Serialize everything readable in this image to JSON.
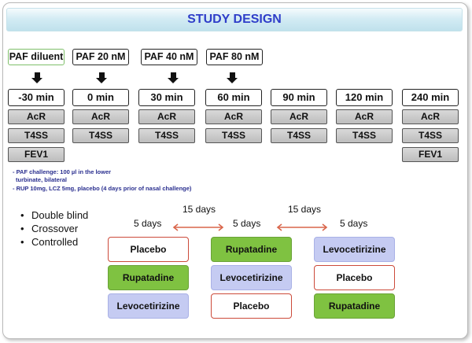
{
  "title": "STUDY DESIGN",
  "challenges": [
    "PAF diluent",
    "PAF 20 nM",
    "PAF 40 nM",
    "PAF 80 nM"
  ],
  "timepoints": [
    "-30 min",
    "0 min",
    "30 min",
    "60 min",
    "90 min",
    "120 min",
    "240 min"
  ],
  "row_acr": "AcR",
  "row_t4ss": "T4SS",
  "row_fev1": "FEV1",
  "notes": [
    "- PAF challenge: 100 µl in the lower",
    "turbinate, bilateral",
    "- RUP 10mg, LCZ 5mg, placebo (4 days prior of nasal challenge)"
  ],
  "design": [
    "Double blind",
    "Crossover",
    "Controlled"
  ],
  "period_days": "5 days",
  "washout_days": "15 days",
  "columns": [
    [
      "Placebo",
      "Rupatadine",
      "Levocetirizine"
    ],
    [
      "Rupatadine",
      "Levocetirizine",
      "Placebo"
    ],
    [
      "Levocetirizine",
      "Placebo",
      "Rupatadine"
    ]
  ],
  "colors": {
    "title": "#2f3ec9",
    "rupatadine": "#7fc241",
    "levocetirizine": "#c5cbf2",
    "placebo_border": "#cc4a3a",
    "washout_arrow": "#d9654a",
    "notes": "#2a2f8f"
  }
}
